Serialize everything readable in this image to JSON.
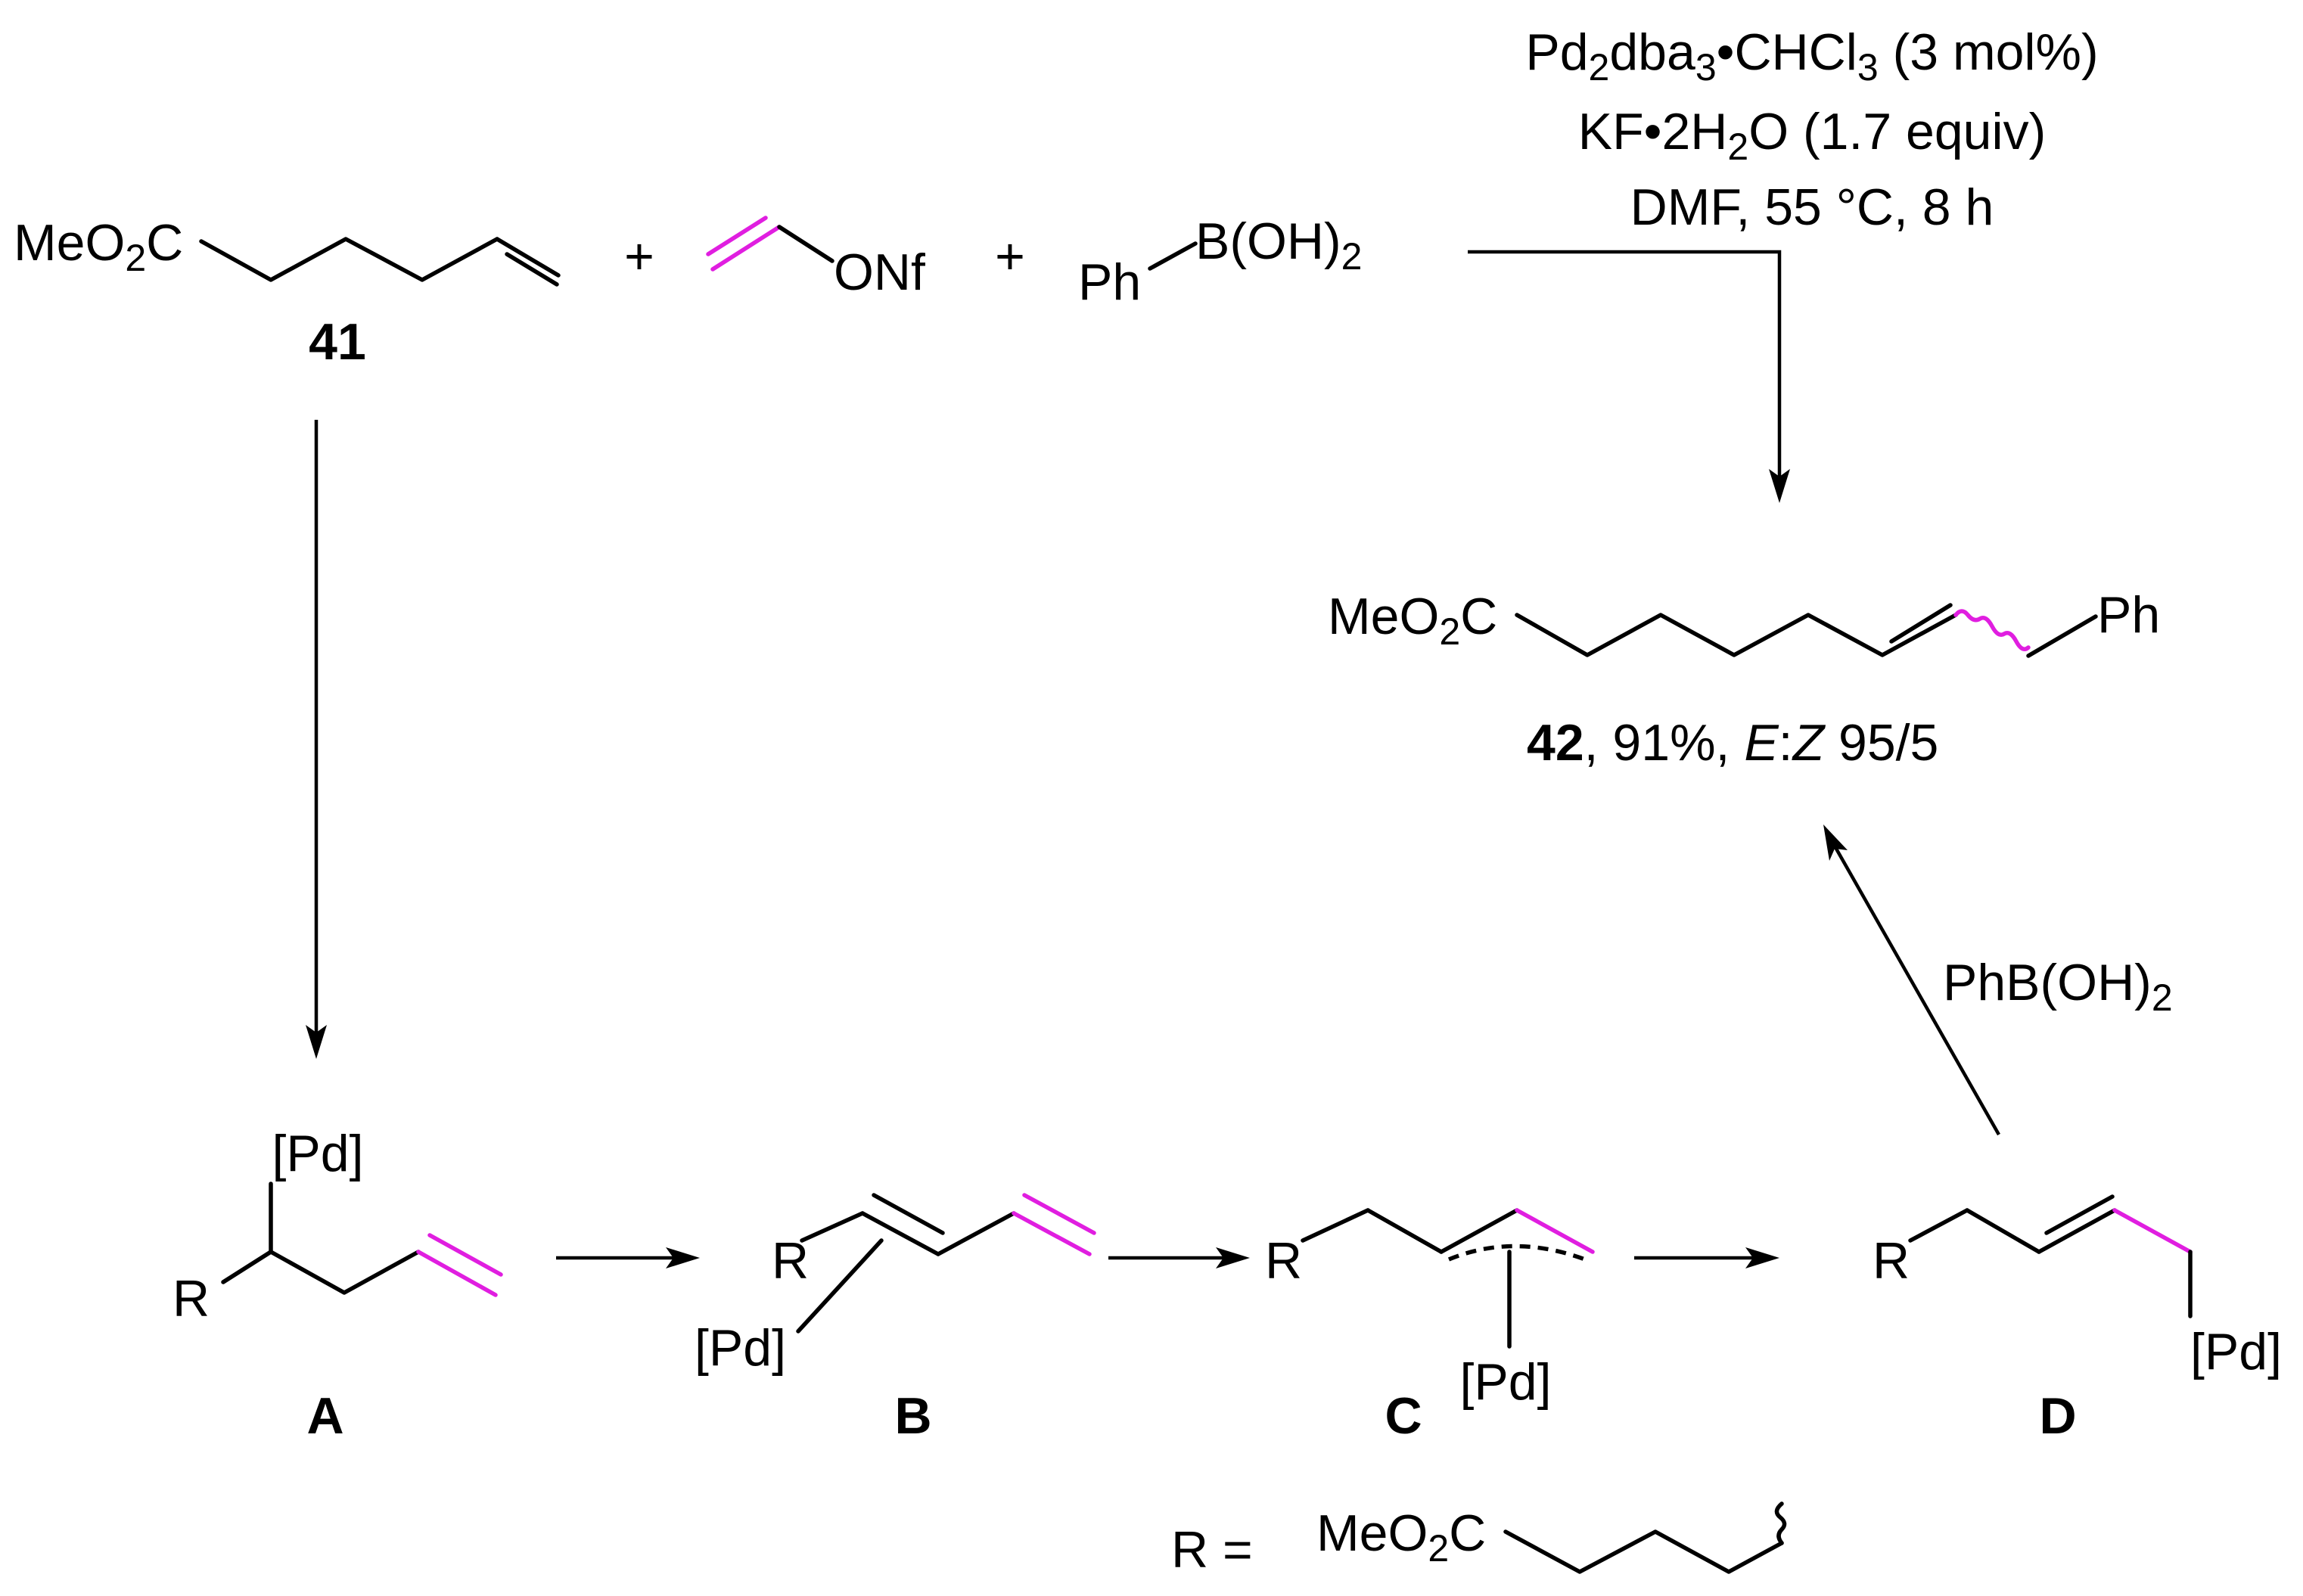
{
  "conditions": {
    "line1": "Pd2dba3•CHCl3 (3 mol%)",
    "line2": "KF•2H2O (1.7 equiv)",
    "line3": "DMF, 55 °C, 8 h"
  },
  "reactants": {
    "ester_group": "MeO2C",
    "compound_41_label": "41",
    "plus": "+",
    "vinyl_leaving_group": "ONf",
    "aryl": "Ph",
    "boronic_acid": "B(OH)2"
  },
  "product": {
    "ester_group": "MeO2C",
    "aryl": "Ph",
    "label_number": "42",
    "label_yield": ", 91%, ",
    "label_E": "E",
    "label_colon": ":",
    "label_Z": "Z",
    "label_ratio": " 95/5"
  },
  "intermediates": {
    "pd": "[Pd]",
    "r": "R",
    "A": "A",
    "B": "B",
    "C": "C",
    "D": "D"
  },
  "reagent_D_to_42": "PhB(OH)2",
  "r_definition": {
    "prefix": "R =",
    "group": "MeO2C"
  },
  "colors": {
    "highlight": "#e01ee0",
    "ink": "#000000"
  }
}
